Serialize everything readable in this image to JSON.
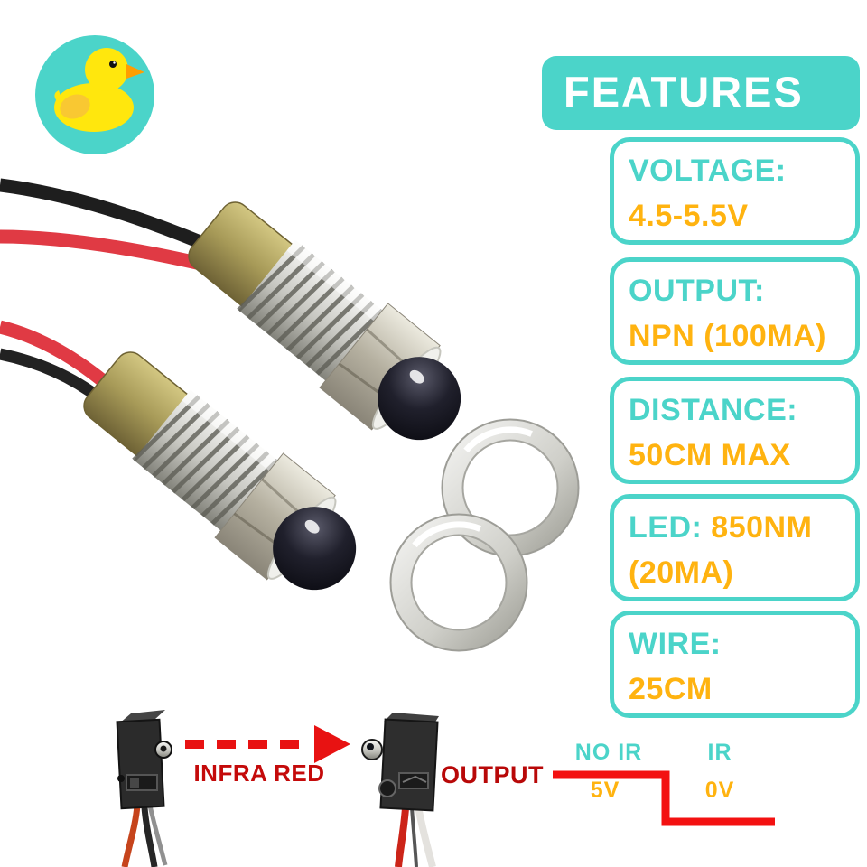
{
  "brand": {
    "icon": "rubber-duck-logo"
  },
  "features": {
    "header": "FEATURES",
    "items": [
      {
        "label": "VOLTAGE:",
        "value": "4.5-5.5V"
      },
      {
        "label": "OUTPUT:",
        "value": "NPN (100MA)"
      },
      {
        "label": "DISTANCE:",
        "value": "50CM MAX"
      },
      {
        "label": "LED:",
        "value": "850NM (20MA)"
      },
      {
        "label": "WIRE:",
        "value": "25CM"
      }
    ]
  },
  "diagram": {
    "beam_label": "INFRA RED",
    "output_label": "OUTPUT",
    "states": [
      {
        "condition": "NO IR",
        "voltage": "5V"
      },
      {
        "condition": "IR",
        "voltage": "0V"
      }
    ]
  },
  "colors": {
    "teal": "#4BD4C9",
    "orange": "#FFB310",
    "header_text": "#FFFFFF",
    "dark_red": "#B80808",
    "arrow_red": "#E81212",
    "signal_red": "#F31111",
    "wire_red": "#E03A44",
    "brass": "#A89A58",
    "duck_yellow": "#FFE70D",
    "duck_beak": "#FF9E00"
  }
}
